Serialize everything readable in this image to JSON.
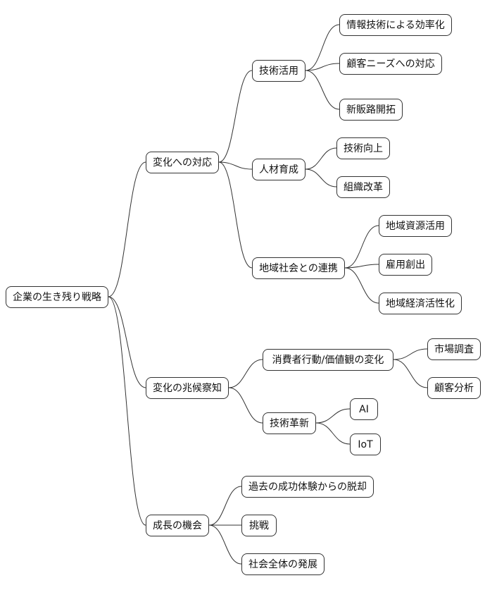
{
  "style": {
    "node_fill": "#ffffff",
    "node_border": "#333333",
    "edge_color": "#333333",
    "text_color": "#111111"
  },
  "diagram": {
    "type": "mindmap",
    "root": {
      "label": "企業の生き残り戦略"
    },
    "branches": [
      {
        "label": "変化への対応",
        "children": [
          {
            "label": "技術活用",
            "children": [
              {
                "label": "情報技術による効率化"
              },
              {
                "label": "顧客ニーズへの対応"
              },
              {
                "label": "新販路開拓"
              }
            ]
          },
          {
            "label": "人材育成",
            "children": [
              {
                "label": "技術向上"
              },
              {
                "label": "組織改革"
              }
            ]
          },
          {
            "label": "地域社会との連携",
            "children": [
              {
                "label": "地域資源活用"
              },
              {
                "label": "雇用創出"
              },
              {
                "label": "地域経済活性化"
              }
            ]
          }
        ]
      },
      {
        "label": "変化の兆候察知",
        "children": [
          {
            "label": "消費者行動/価値観の変化",
            "children": [
              {
                "label": "市場調査"
              },
              {
                "label": "顧客分析"
              }
            ]
          },
          {
            "label": "技術革新",
            "children": [
              {
                "label": "AI"
              },
              {
                "label": "IoT"
              }
            ]
          }
        ]
      },
      {
        "label": "成長の機会",
        "children": [
          {
            "label": "過去の成功体験からの脱却"
          },
          {
            "label": "挑戦"
          },
          {
            "label": "社会全体の発展"
          }
        ]
      }
    ]
  }
}
